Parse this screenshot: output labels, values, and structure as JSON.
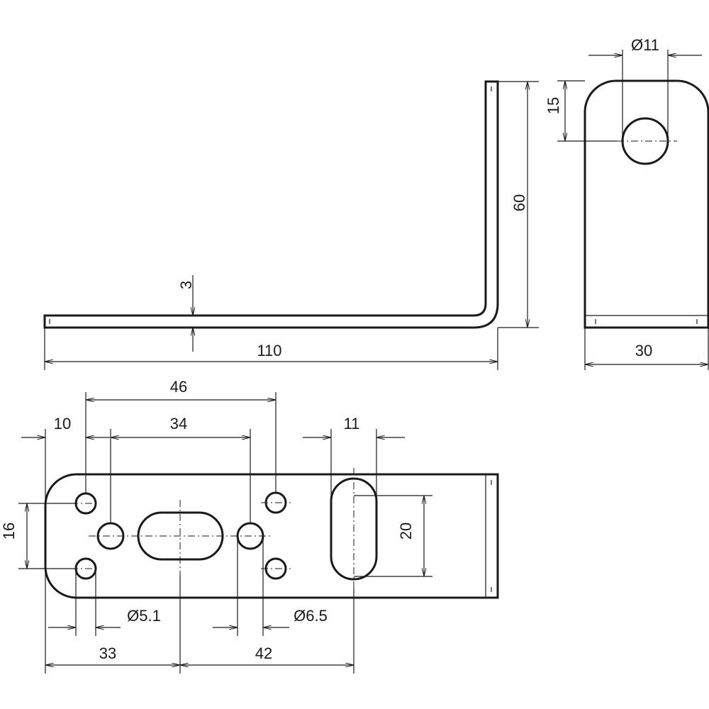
{
  "drawing": {
    "dimensions": {
      "thickness": "3",
      "length": "110",
      "height": "60",
      "width": "30",
      "hole_top_dia": "Ø11",
      "hole_top_offset": "15",
      "edge_to_hole": "10",
      "hole_pitch_34": "34",
      "hole_pitch_46": "46",
      "slot_width": "11",
      "slot_length": "20",
      "row_spacing": "16",
      "small_hole_dia": "Ø5.1",
      "large_hole_dia": "Ø6.5",
      "slot_center_pos": "33",
      "slot_to_slot": "42"
    }
  }
}
